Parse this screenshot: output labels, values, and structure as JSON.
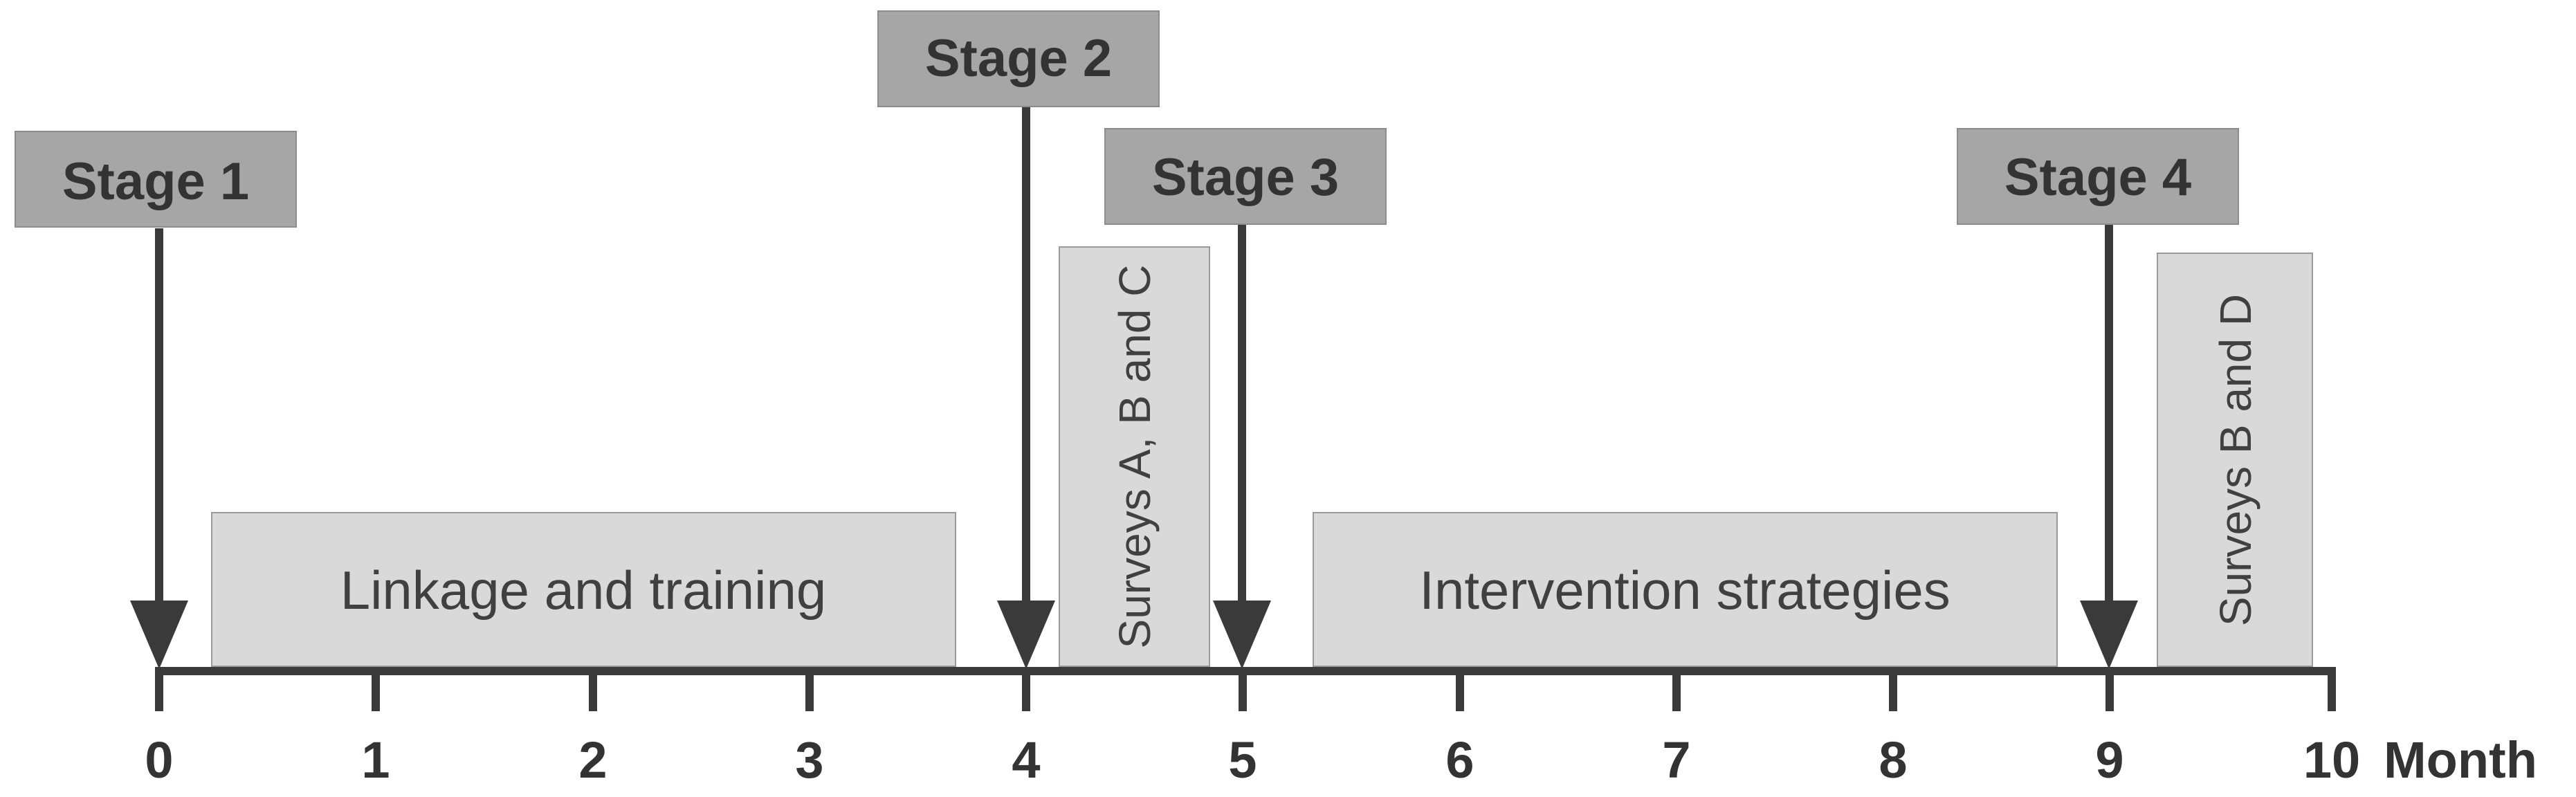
{
  "timeline": {
    "unit_label": "Month",
    "ticks": [
      "0",
      "1",
      "2",
      "3",
      "4",
      "5",
      "6",
      "7",
      "8",
      "9",
      "10"
    ]
  },
  "stages": [
    {
      "label": "Stage 1",
      "month": 0
    },
    {
      "label": "Stage 2",
      "month": 4
    },
    {
      "label": "Stage 3",
      "month": 5
    },
    {
      "label": "Stage 4",
      "month": 9
    }
  ],
  "activities": [
    {
      "label": "Linkage and training",
      "start_month": 0.25,
      "end_month": 3.65,
      "orientation": "horizontal"
    },
    {
      "label": "Surveys  A, B and C",
      "start_month": 4.15,
      "end_month": 4.85,
      "orientation": "vertical"
    },
    {
      "label": "Intervention strategies",
      "start_month": 5.3,
      "end_month": 8.75,
      "orientation": "horizontal"
    },
    {
      "label": "Surveys  B and D",
      "start_month": 9.2,
      "end_month": 9.9,
      "orientation": "vertical"
    }
  ],
  "colors": {
    "stage_box": "#a6a6a6",
    "activity_box": "#d9d9d9",
    "axis": "#3a3a3a",
    "text": "#333333"
  }
}
